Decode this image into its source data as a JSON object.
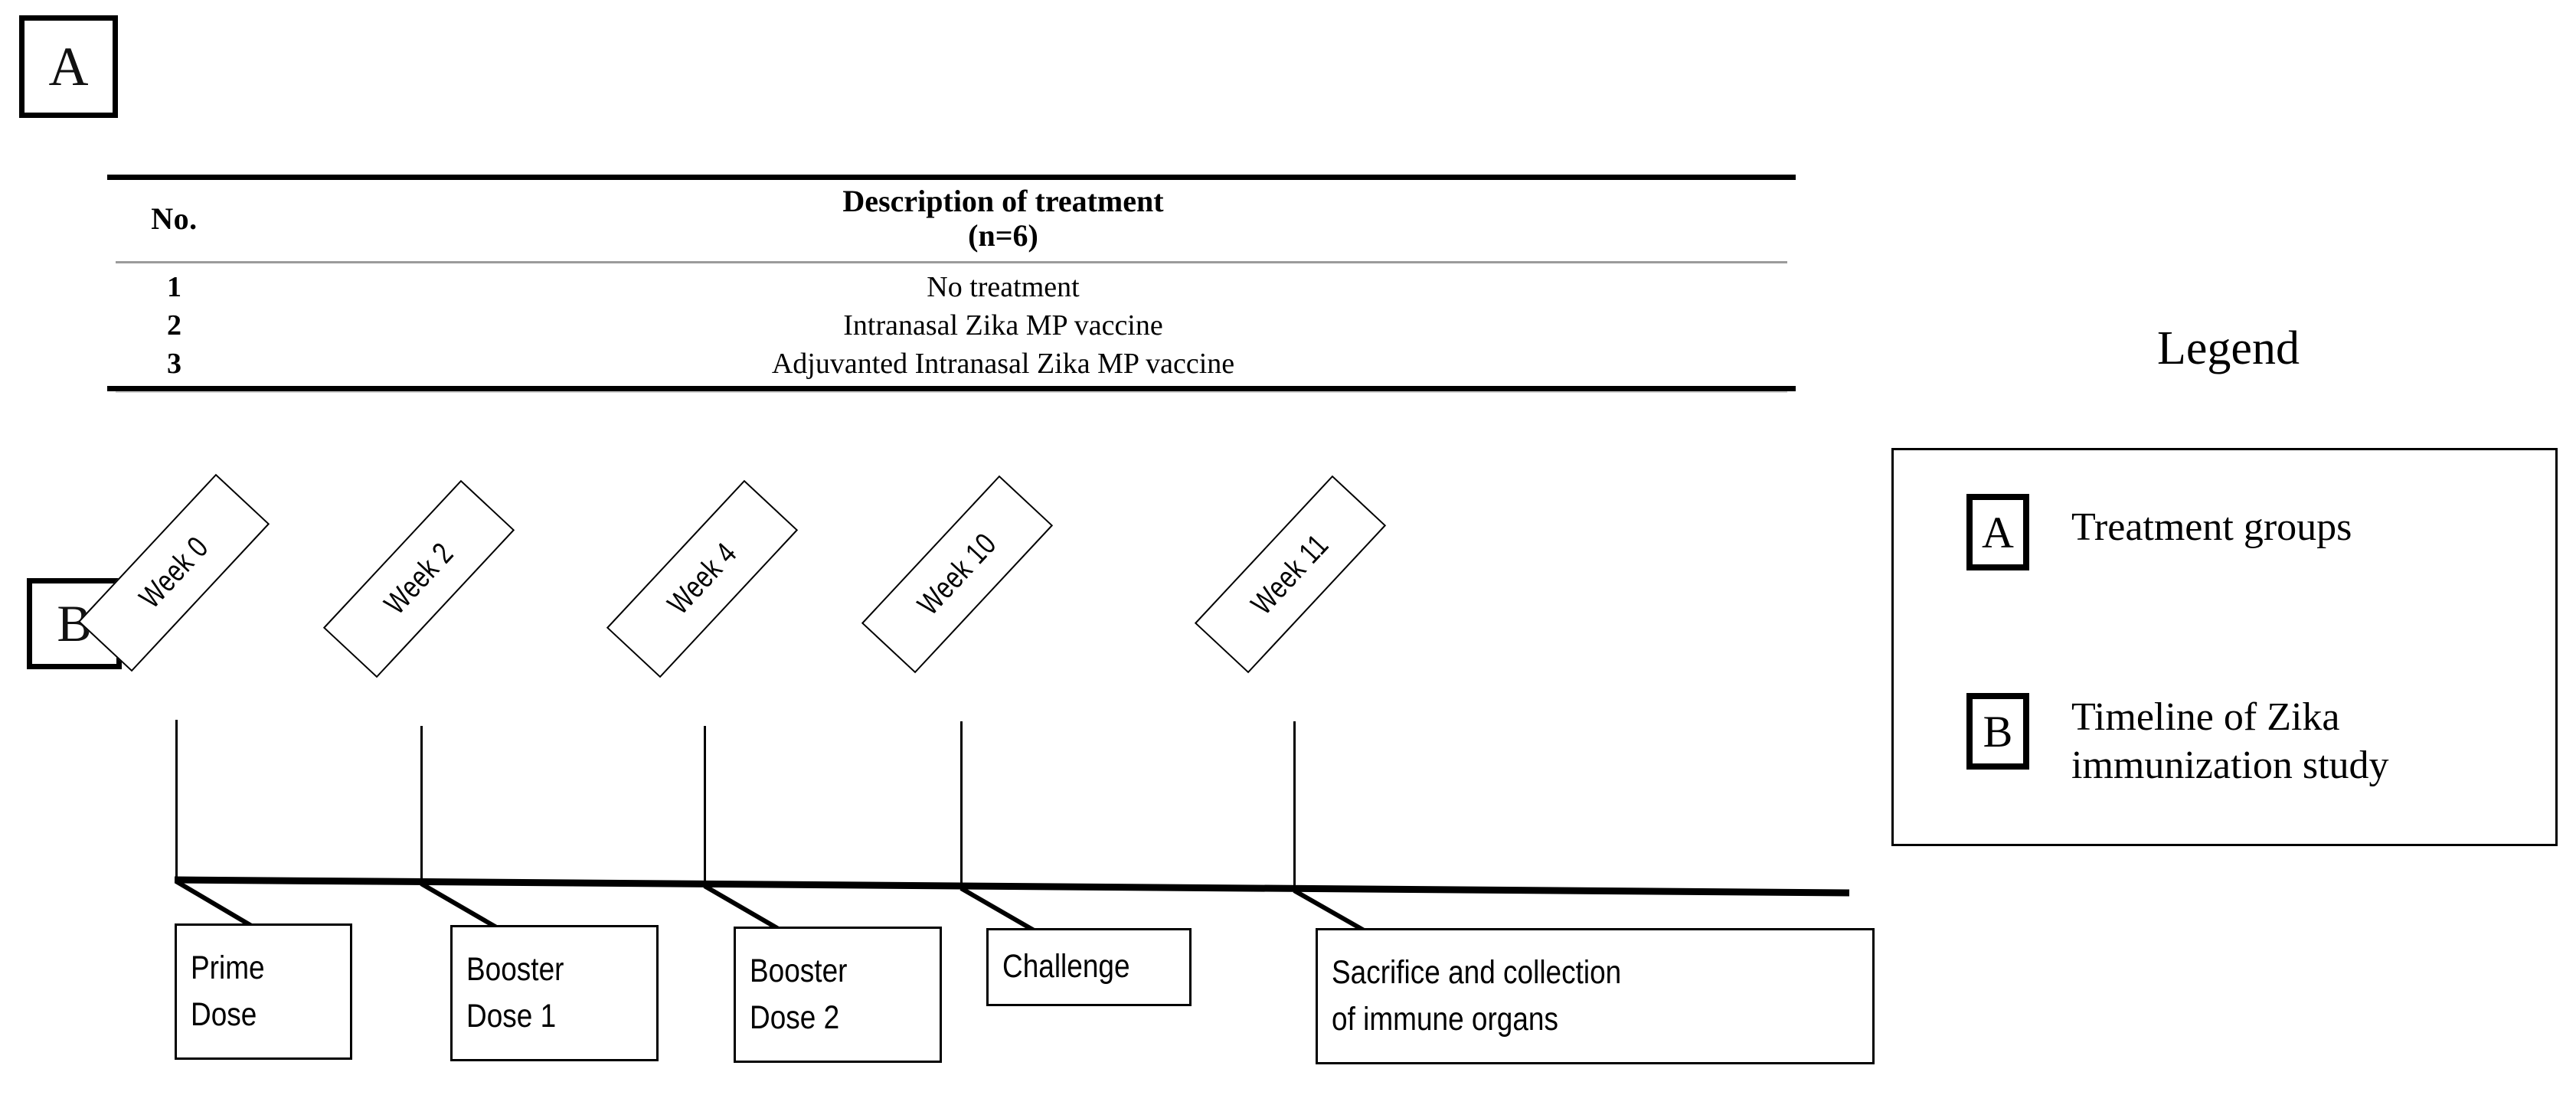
{
  "panels": {
    "a_tag": "A",
    "b_tag": "B"
  },
  "table": {
    "headers": {
      "no": "No.",
      "description_line1": "Description of treatment",
      "description_line2": "(n=6)"
    },
    "rows": [
      {
        "no": "1",
        "description": "No treatment"
      },
      {
        "no": "2",
        "description": "Intranasal Zika MP vaccine"
      },
      {
        "no": "3",
        "description": "Adjuvanted Intranasal Zika MP vaccine"
      }
    ]
  },
  "timeline": {
    "events": [
      {
        "flag": "Week 0",
        "box_line1": "Prime",
        "box_line2": "Dose"
      },
      {
        "flag": "Week 2",
        "box_line1": "Booster",
        "box_line2": "Dose 1"
      },
      {
        "flag": "Week 4",
        "box_line1": "Booster",
        "box_line2": "Dose 2"
      },
      {
        "flag": "Week 10",
        "box_line1": "Challenge",
        "box_line2": ""
      },
      {
        "flag": "Week 11",
        "box_line1": "Sacrifice and collection",
        "box_line2": "of immune organs"
      }
    ]
  },
  "legend": {
    "title": "Legend",
    "entries": [
      {
        "mark": "A",
        "line1": "Treatment groups",
        "line2": ""
      },
      {
        "mark": "B",
        "line1": "Timeline of Zika",
        "line2": "immunization study"
      }
    ]
  },
  "colors": {
    "ink": "#000000",
    "rule_light": "#9b9b9b",
    "background": "#ffffff"
  }
}
